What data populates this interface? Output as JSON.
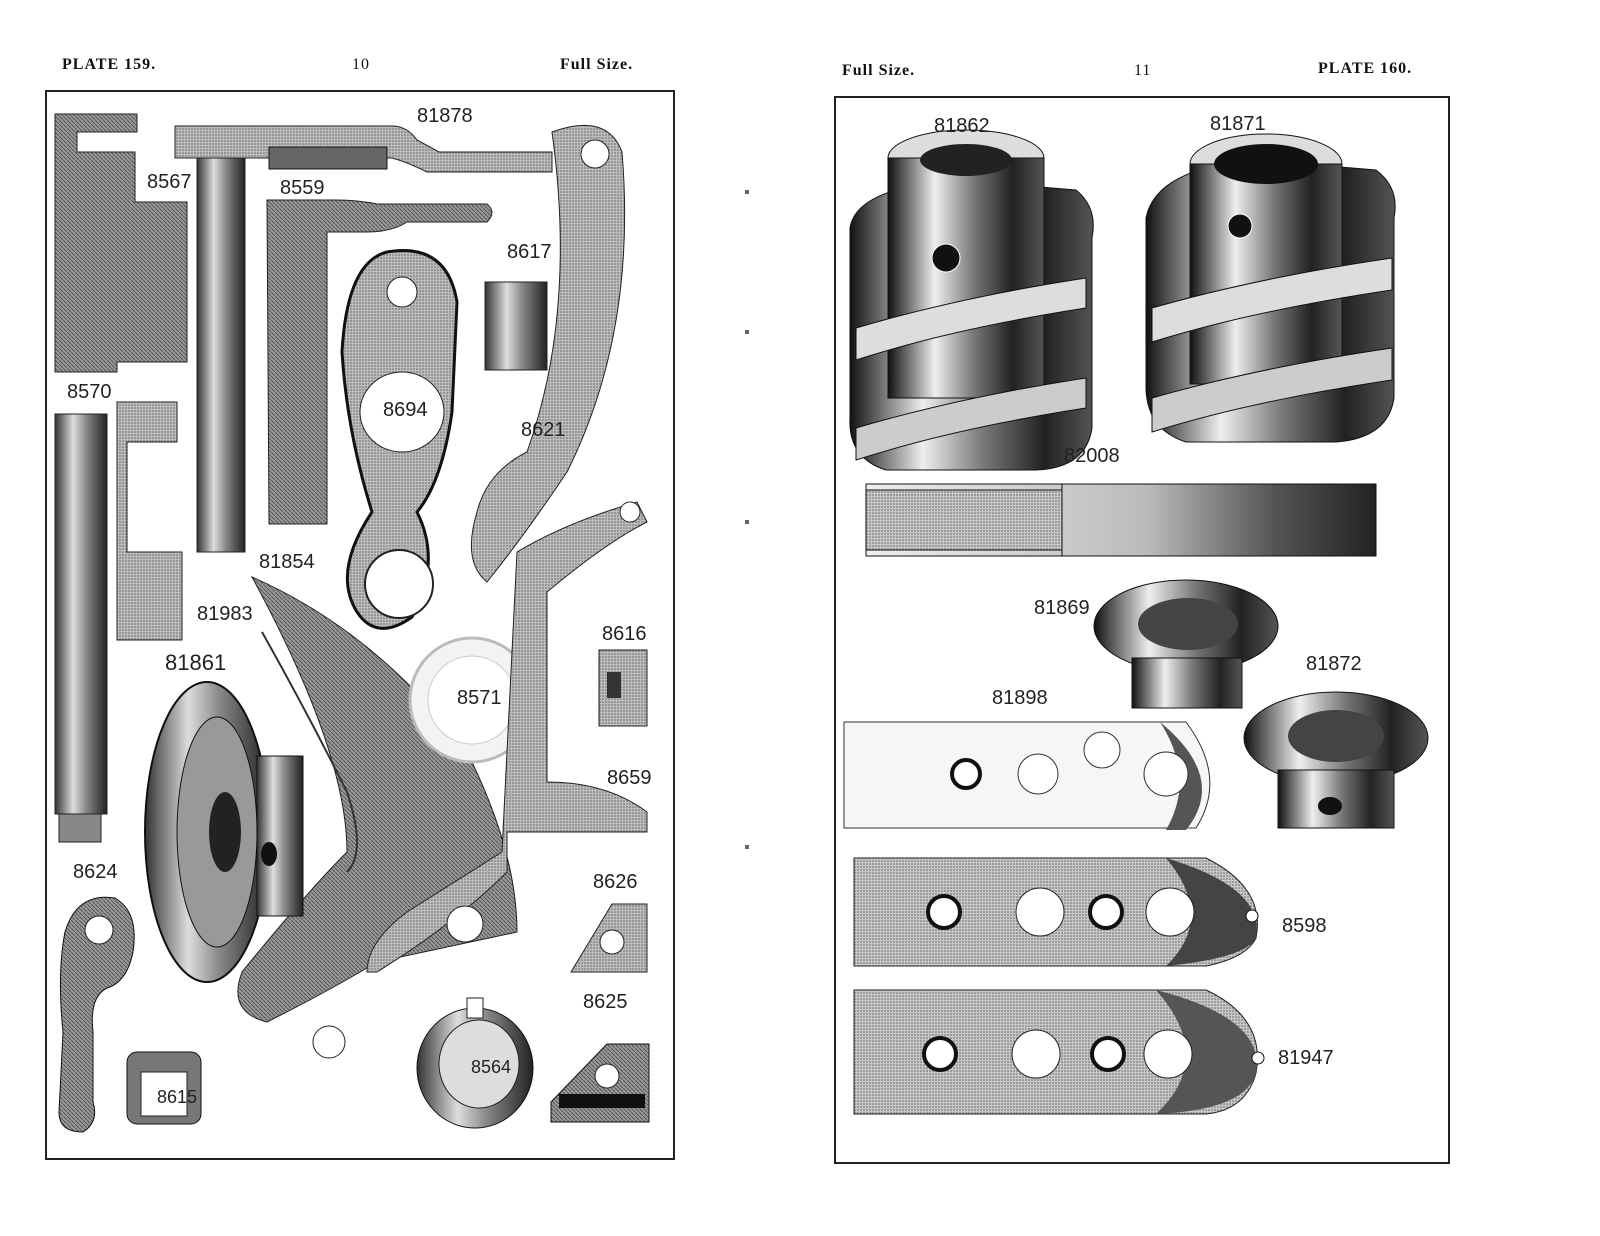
{
  "left_page": {
    "plate": "PLATE 159.",
    "page_number": "10",
    "scale": "Full Size.",
    "part_labels": [
      "81878",
      "8567",
      "8559",
      "8617",
      "8570",
      "8694",
      "8621",
      "81854",
      "81983",
      "8616",
      "81861",
      "8571",
      "8659",
      "8624",
      "8626",
      "8625",
      "8564",
      "8615"
    ]
  },
  "right_page": {
    "scale": "Full Size.",
    "page_number": "11",
    "plate": "PLATE 160.",
    "part_labels": [
      "81862",
      "81871",
      "82008",
      "81869",
      "81872",
      "81898",
      "8598",
      "81947"
    ]
  }
}
